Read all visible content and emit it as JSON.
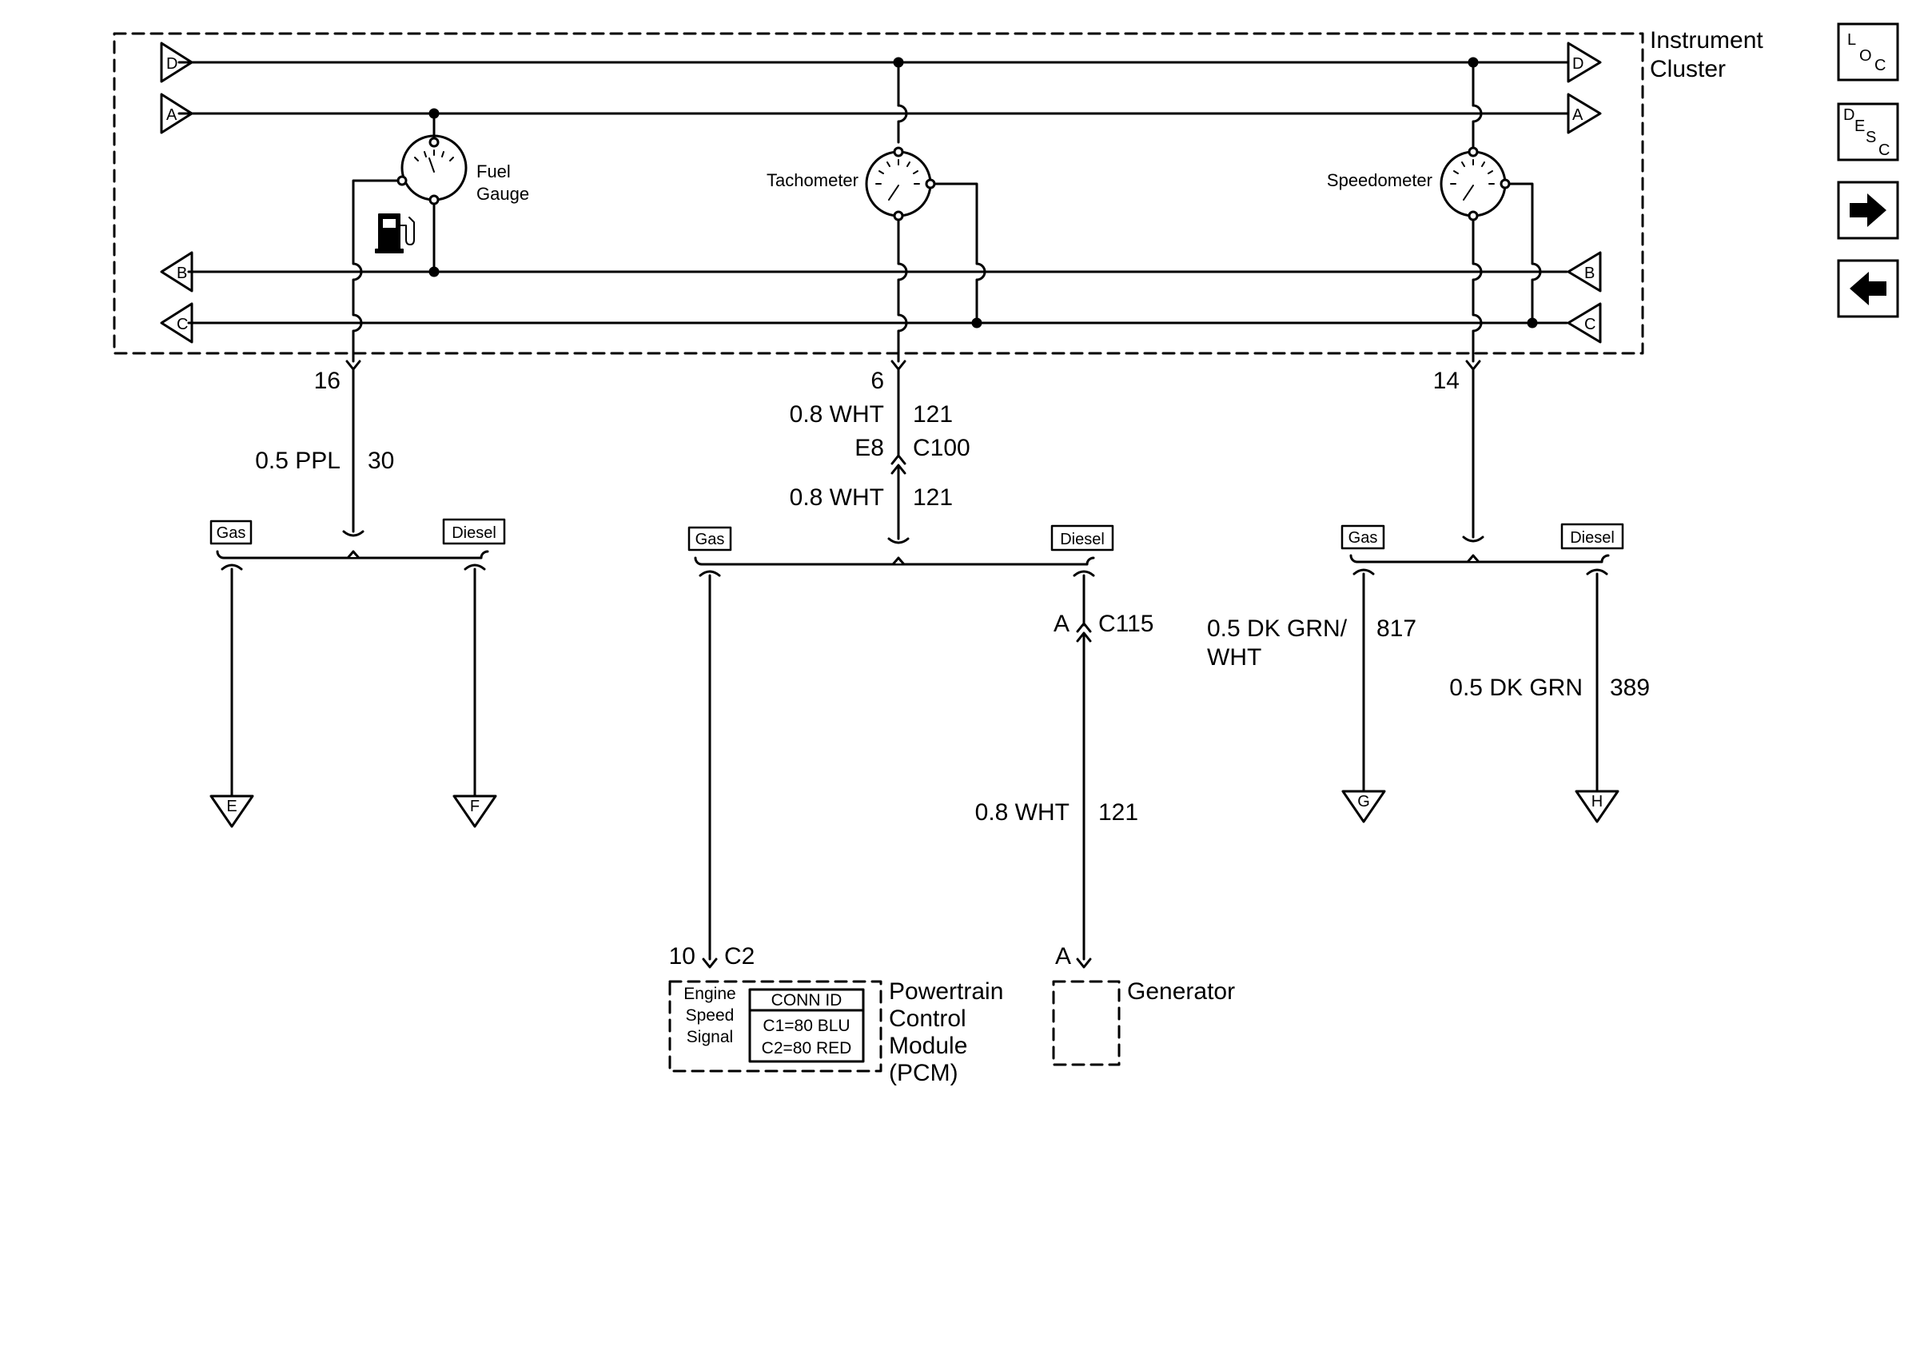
{
  "cluster": {
    "title_line1": "Instrument",
    "title_line2": "Cluster",
    "bus_labels": {
      "d": "D",
      "a": "A",
      "b": "B",
      "c": "C"
    },
    "fuel_gauge_line1": "Fuel",
    "fuel_gauge_line2": "Gauge",
    "tachometer": "Tachometer",
    "speedometer": "Speedometer"
  },
  "fuel_circuit": {
    "pin": "16",
    "wire": "0.5 PPL",
    "circuit": "30",
    "gas_label": "Gas",
    "diesel_label": "Diesel",
    "gas_offpage": "E",
    "diesel_offpage": "F"
  },
  "tach_circuit": {
    "pin": "6",
    "wire_upper": "0.8 WHT",
    "circuit_upper": "121",
    "connector_pin": "E8",
    "connector": "C100",
    "wire_lower": "0.8 WHT",
    "circuit_lower": "121",
    "gas_label": "Gas",
    "diesel_label": "Diesel",
    "c115_pin": "A",
    "c115": "C115",
    "gen_wire": "0.8 WHT",
    "gen_circuit": "121",
    "pcm_pin": "10",
    "pcm_conn": "C2",
    "gen_pin": "A"
  },
  "speedo_circuit": {
    "pin": "14",
    "gas_label": "Gas",
    "diesel_label": "Diesel",
    "gas_wire_line1": "0.5 DK GRN/",
    "gas_wire_line2": "WHT",
    "gas_circuit": "817",
    "diesel_wire": "0.5 DK GRN",
    "diesel_circuit": "389",
    "gas_offpage": "G",
    "diesel_offpage": "H"
  },
  "pcm": {
    "signal_line1": "Engine",
    "signal_line2": "Speed",
    "signal_line3": "Signal",
    "conn_id": "CONN ID",
    "c1": "C1=80 BLU",
    "c2": "C2=80 RED",
    "name_line1": "Powertrain",
    "name_line2": "Control",
    "name_line3": "Module",
    "name_line4": "(PCM)"
  },
  "generator": {
    "name": "Generator"
  },
  "nav": {
    "loc": [
      "L",
      "O",
      "C"
    ],
    "desc": [
      "D",
      "E",
      "S",
      "C"
    ]
  }
}
